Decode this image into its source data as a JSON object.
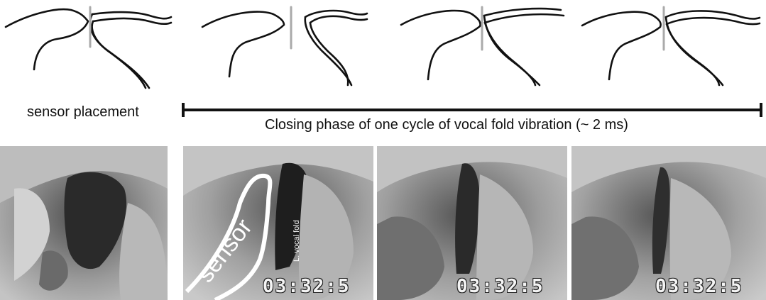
{
  "captions": {
    "sensor_placement": "sensor placement",
    "closing_phase": "Closing phase of one cycle of vocal fold vibration (~ 2 ms)"
  },
  "annotations": {
    "sensor": "sensor",
    "vocal_fold": "L. vocal fold"
  },
  "timecodes": [
    "03:32:5",
    "03:32:5",
    "03:32:5"
  ],
  "colors": {
    "fold_outline": "#111111",
    "midline": "#aaaaaa",
    "timeline": "#111111"
  }
}
